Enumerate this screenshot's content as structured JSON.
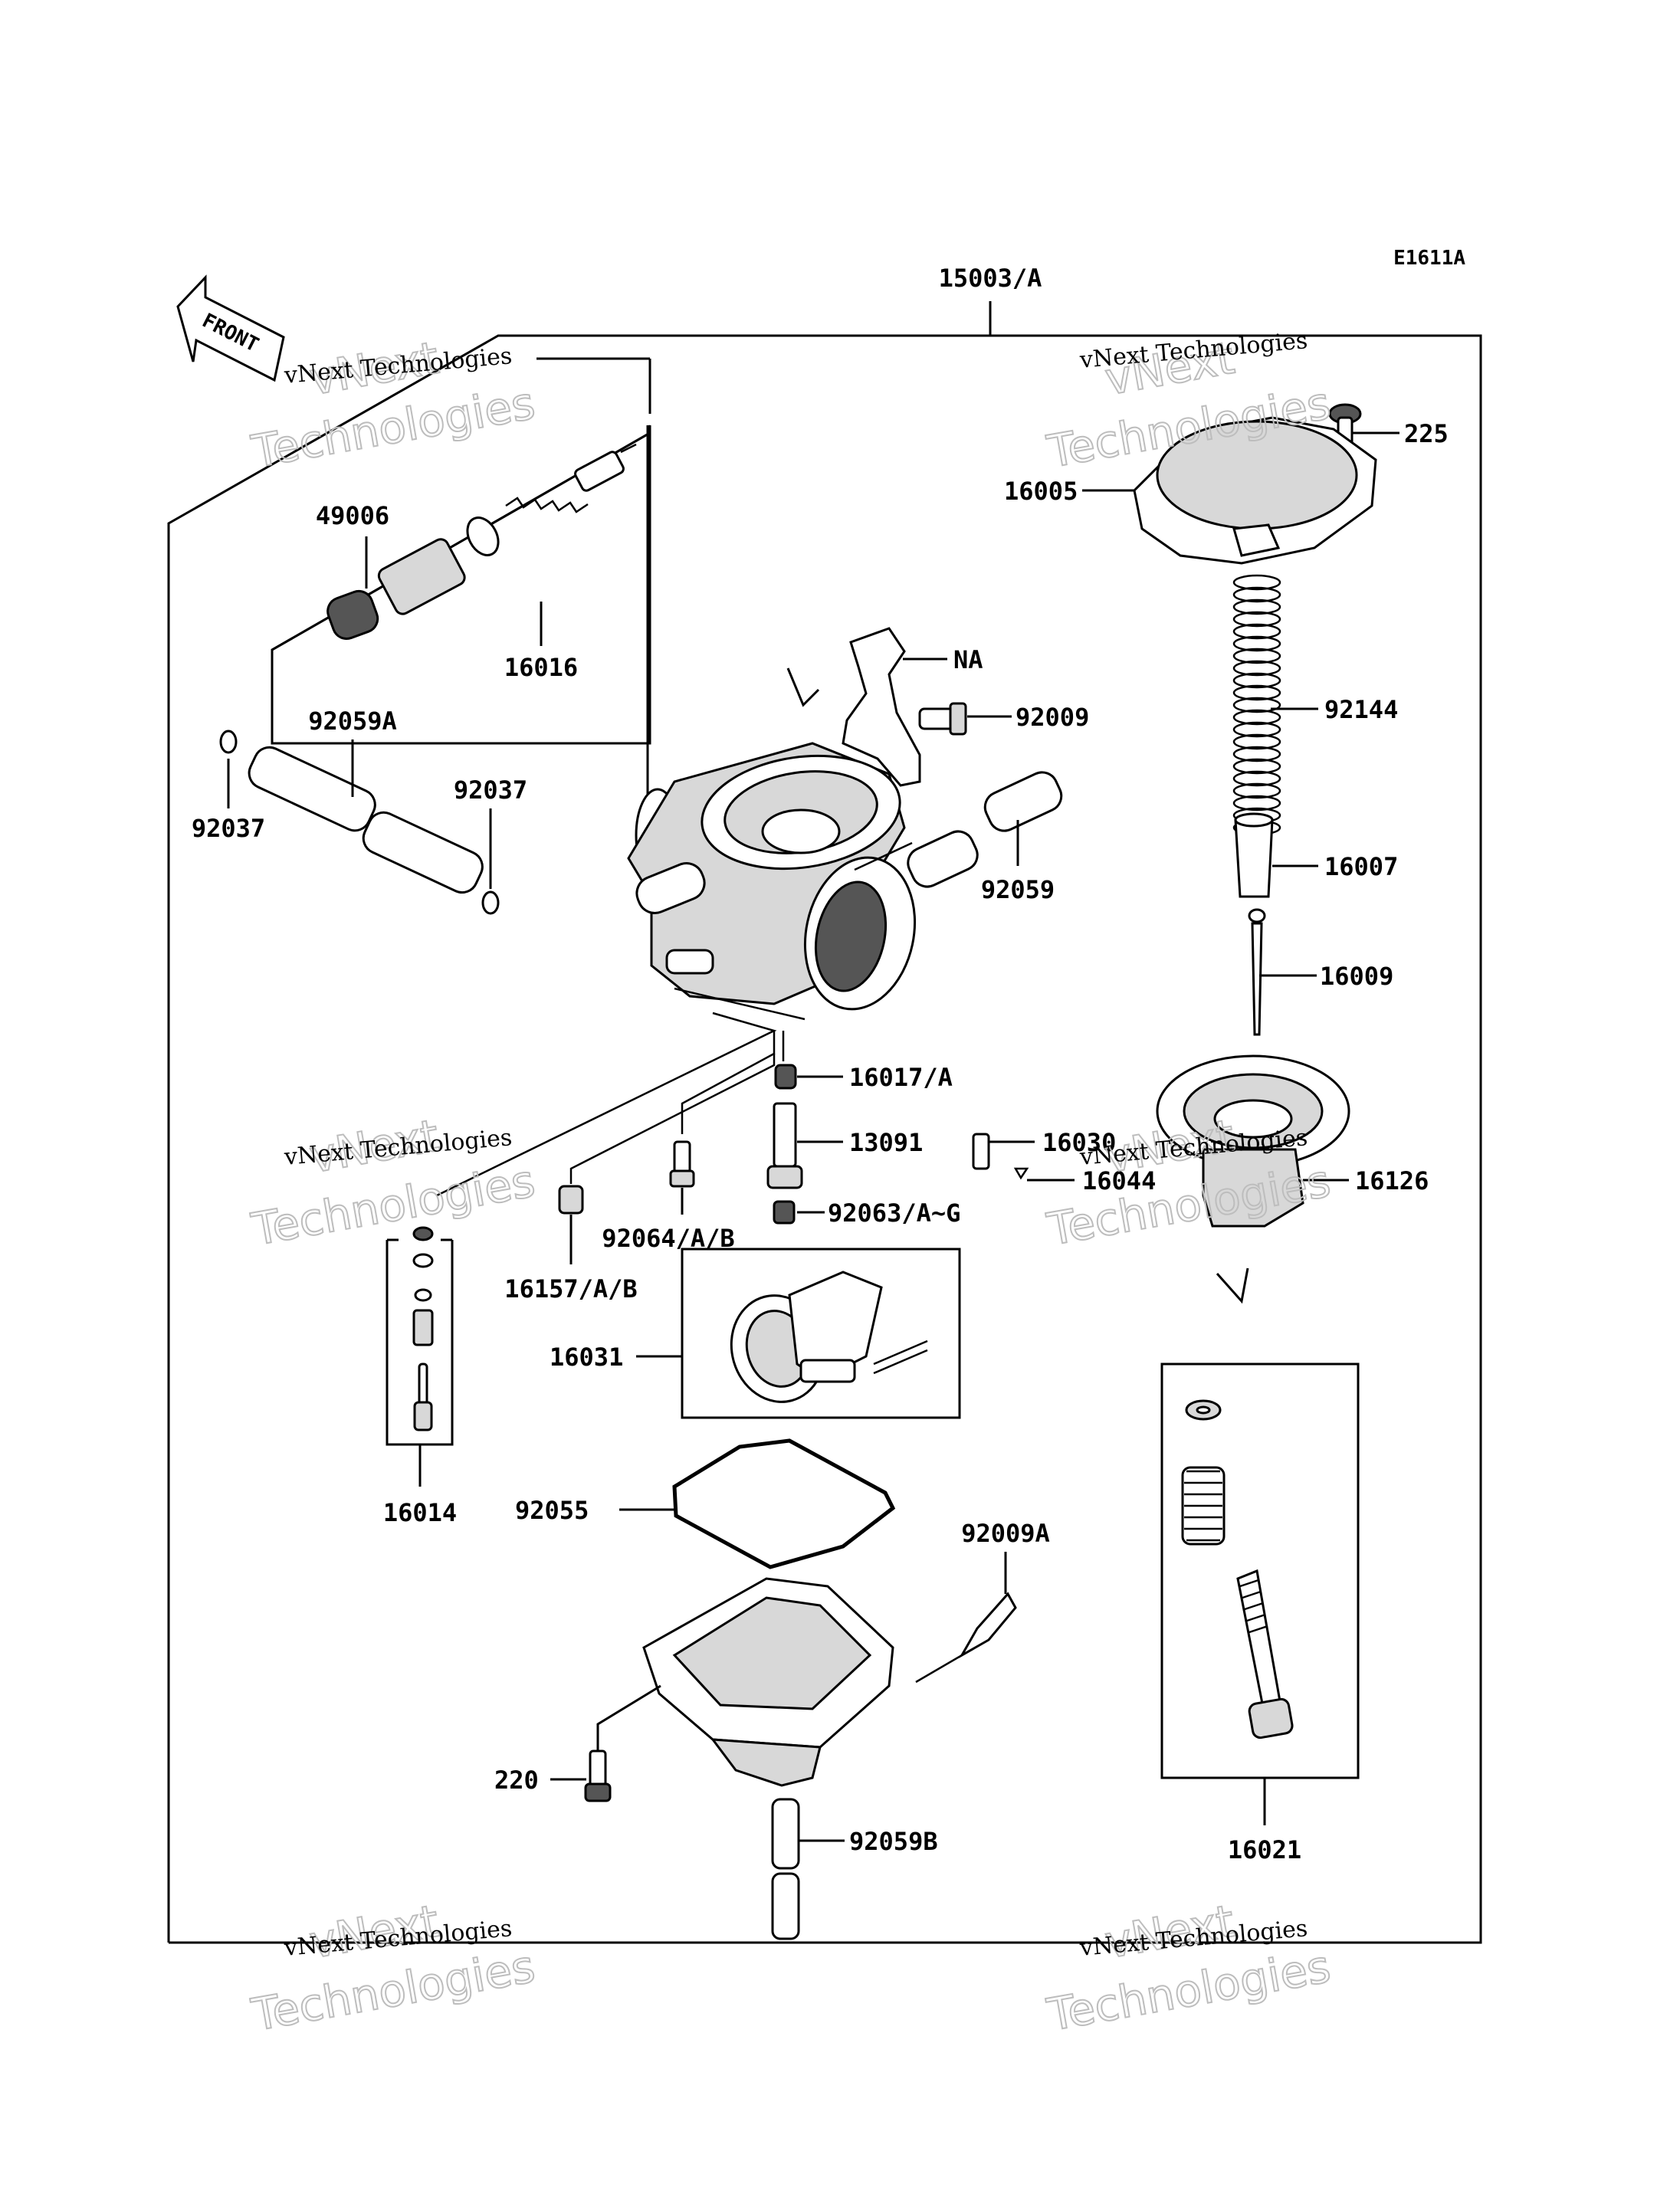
{
  "diagram": {
    "code": "E1611A",
    "front_label": "FRONT",
    "assembly": "15003/A",
    "watermark": "vNext Technologies",
    "watermark_big_top": "vNext",
    "watermark_big_bottom": "Technologies",
    "parts": {
      "p225": "225",
      "p16005": "16005",
      "p49006": "49006",
      "p16016": "16016",
      "pNA": "NA",
      "p92009": "92009",
      "p92144": "92144",
      "p92059A": "92059A",
      "p92037a": "92037",
      "p92037b": "92037",
      "p92059": "92059",
      "p16007": "16007",
      "p16009": "16009",
      "p16017": "16017/A",
      "p13091": "13091",
      "p16030": "16030",
      "p16044": "16044",
      "p16126": "16126",
      "p92064": "92064/A/B",
      "p92063": "92063/A~G",
      "p16157": "16157/A/B",
      "p16031": "16031",
      "p16014": "16014",
      "p92055": "92055",
      "p92009A": "92009A",
      "p220": "220",
      "p92059B": "92059B",
      "p16021": "16021"
    }
  }
}
